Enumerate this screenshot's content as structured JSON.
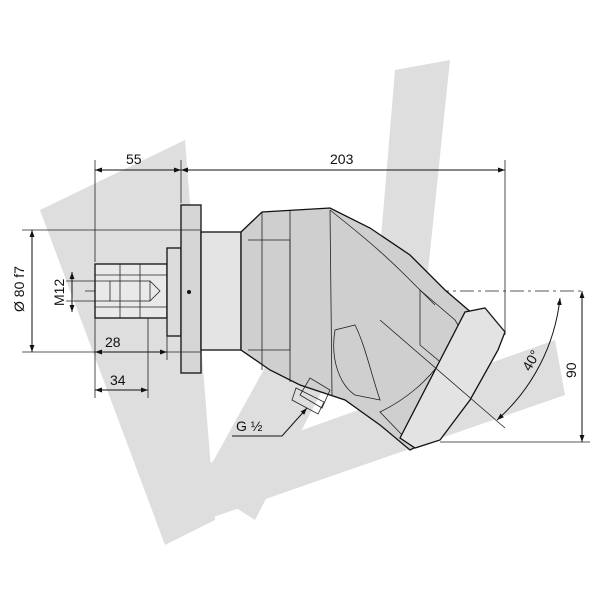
{
  "drawing": {
    "dimensions": {
      "flange_length": "55",
      "overall_length": "203",
      "pilot_diameter": "Ø 80 f7",
      "thread": "M12",
      "shaft_length_1": "28",
      "shaft_length_2": "34",
      "port": "G ½",
      "bent_angle": "40°",
      "height": "90"
    },
    "colors": {
      "watermark": "#dedede",
      "body_shade": "#cfcfcf",
      "body_light": "#e9e9e9",
      "body_dark": "#a8a8a8",
      "line": "#111111"
    }
  }
}
